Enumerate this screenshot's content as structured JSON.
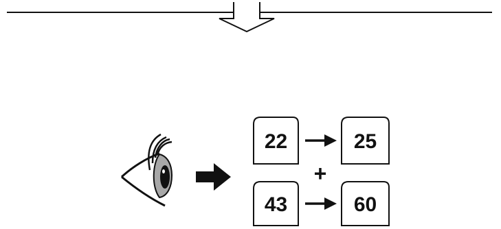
{
  "cards": {
    "top_left": "22",
    "top_right": "25",
    "bottom_left": "43",
    "bottom_right": "60"
  },
  "operator": "+",
  "icons": {
    "eye": "eye-icon",
    "big_arrow": "arrow-right-icon",
    "small_arrow": "arrow-right-icon",
    "down_arrow": "arrow-down-icon"
  },
  "colors": {
    "stroke": "#111111",
    "iris": "#a8a8a8",
    "background": "#ffffff"
  }
}
